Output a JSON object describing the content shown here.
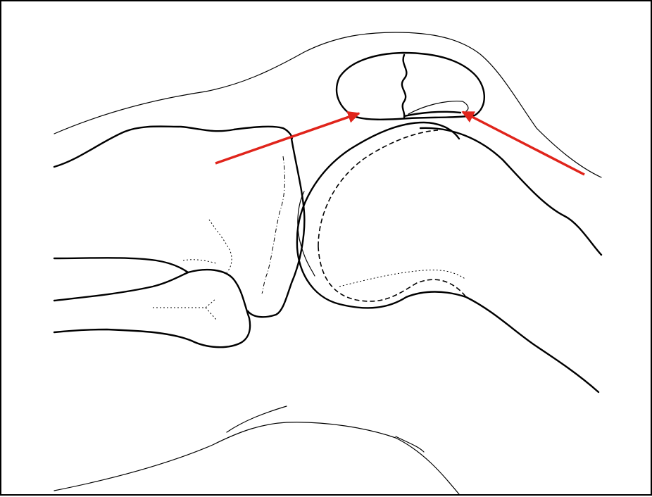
{
  "figure": {
    "arrow_color": "#e0241b",
    "line_color": "#000000",
    "background": "#ffffff",
    "arrows": [
      {
        "name": "left-arrow",
        "points_to": "inferior-pole-of-patella-fragment"
      },
      {
        "name": "right-arrow",
        "points_to": "patellar-fracture-fragment"
      }
    ]
  }
}
